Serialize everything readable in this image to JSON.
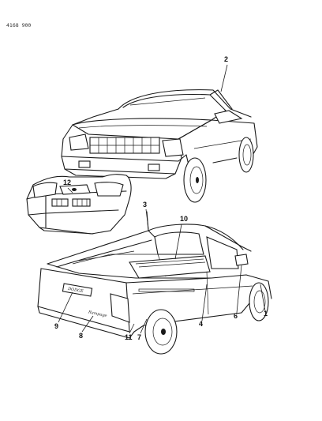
{
  "figure_code": "4168 900",
  "callouts": {
    "c1": "1",
    "c2": "2",
    "c3": "3",
    "c4": "4",
    "c6": "6",
    "c7": "7",
    "c8": "8",
    "c9": "9",
    "c10": "10",
    "c11": "11",
    "c12": "12"
  },
  "emblems": {
    "tailgate_nameplate": "DODGE",
    "side_script": "Rampage"
  }
}
